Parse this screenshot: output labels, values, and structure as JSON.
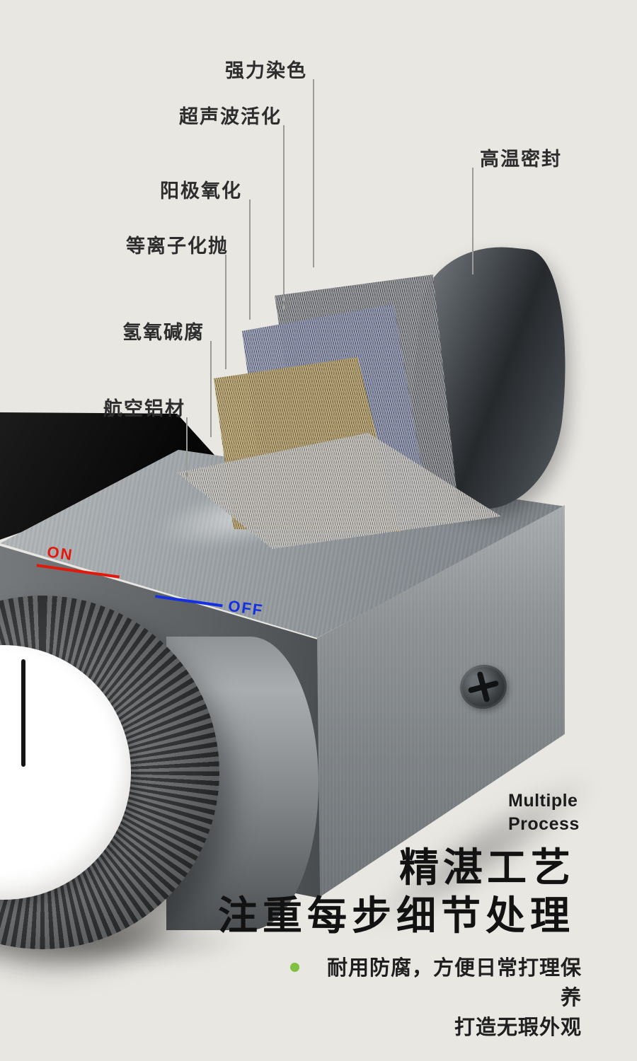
{
  "callouts": [
    {
      "label": "强力染色"
    },
    {
      "label": "超声波活化"
    },
    {
      "label": "高温密封"
    },
    {
      "label": "阳极氧化"
    },
    {
      "label": "等离子化抛"
    },
    {
      "label": "氢氧碱腐"
    },
    {
      "label": "航空铝材"
    }
  ],
  "device": {
    "on_label": "ON",
    "off_label": "OFF"
  },
  "footer": {
    "eyebrow_line1": "Multiple",
    "eyebrow_line2": "Process",
    "title_line1": "精湛工艺",
    "title_line2": "注重每步细节处理",
    "bullet_line1": "耐用防腐，方便日常打理保养",
    "bullet_line2": "打造无瑕外观"
  },
  "colors": {
    "background": "#e9e7e2",
    "on_red": "#e2180d",
    "off_blue": "#1430e0",
    "bullet_green": "#7fc241"
  }
}
